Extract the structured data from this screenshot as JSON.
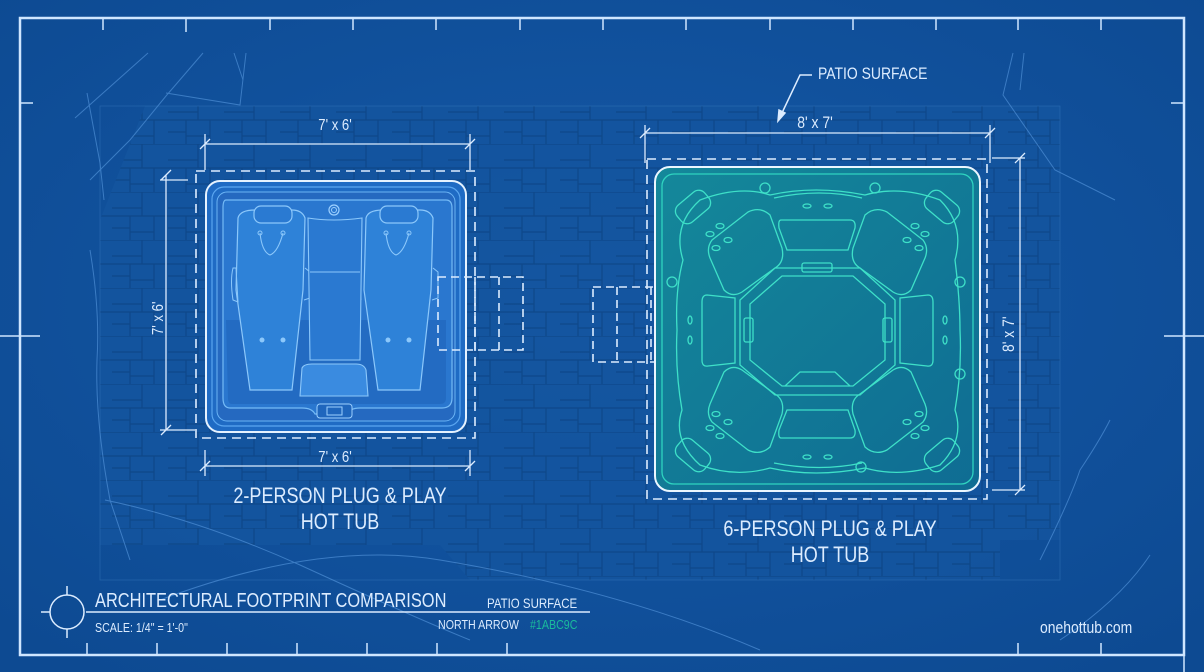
{
  "diagram": {
    "type": "architectural blueprint",
    "colors": {
      "background": "#0f4f98",
      "line": "#cfe6ff",
      "small_tub": "#2f7fd6",
      "large_tub_accent": "#1abc9c"
    }
  },
  "callouts": {
    "patio_surface": "PATIO SURFACE"
  },
  "tubs": [
    {
      "id": "two-person",
      "label_line1": "2-PERSON PLUG & PLAY",
      "label_line2": "HOT TUB",
      "dim_top": "7' x 6'",
      "dim_bottom": "7' x 6'",
      "dim_left": "7' x 6'"
    },
    {
      "id": "six-person",
      "label_line1": "6-PERSON PLUG & PLAY",
      "label_line2": "HOT TUB",
      "dim_top": "8' x 7'",
      "dim_right": "8' x 7'"
    }
  ],
  "title_block": {
    "title": "ARCHITECTURAL FOOTPRINT COMPARISON",
    "scale": "SCALE: 1/4\" = 1'-0\"",
    "patio_label": "PATIO SURFACE",
    "north_arrow_label": "NORTH ARROW",
    "color_code": "#1ABC9C"
  },
  "footer": {
    "website": "onehottub.com"
  }
}
